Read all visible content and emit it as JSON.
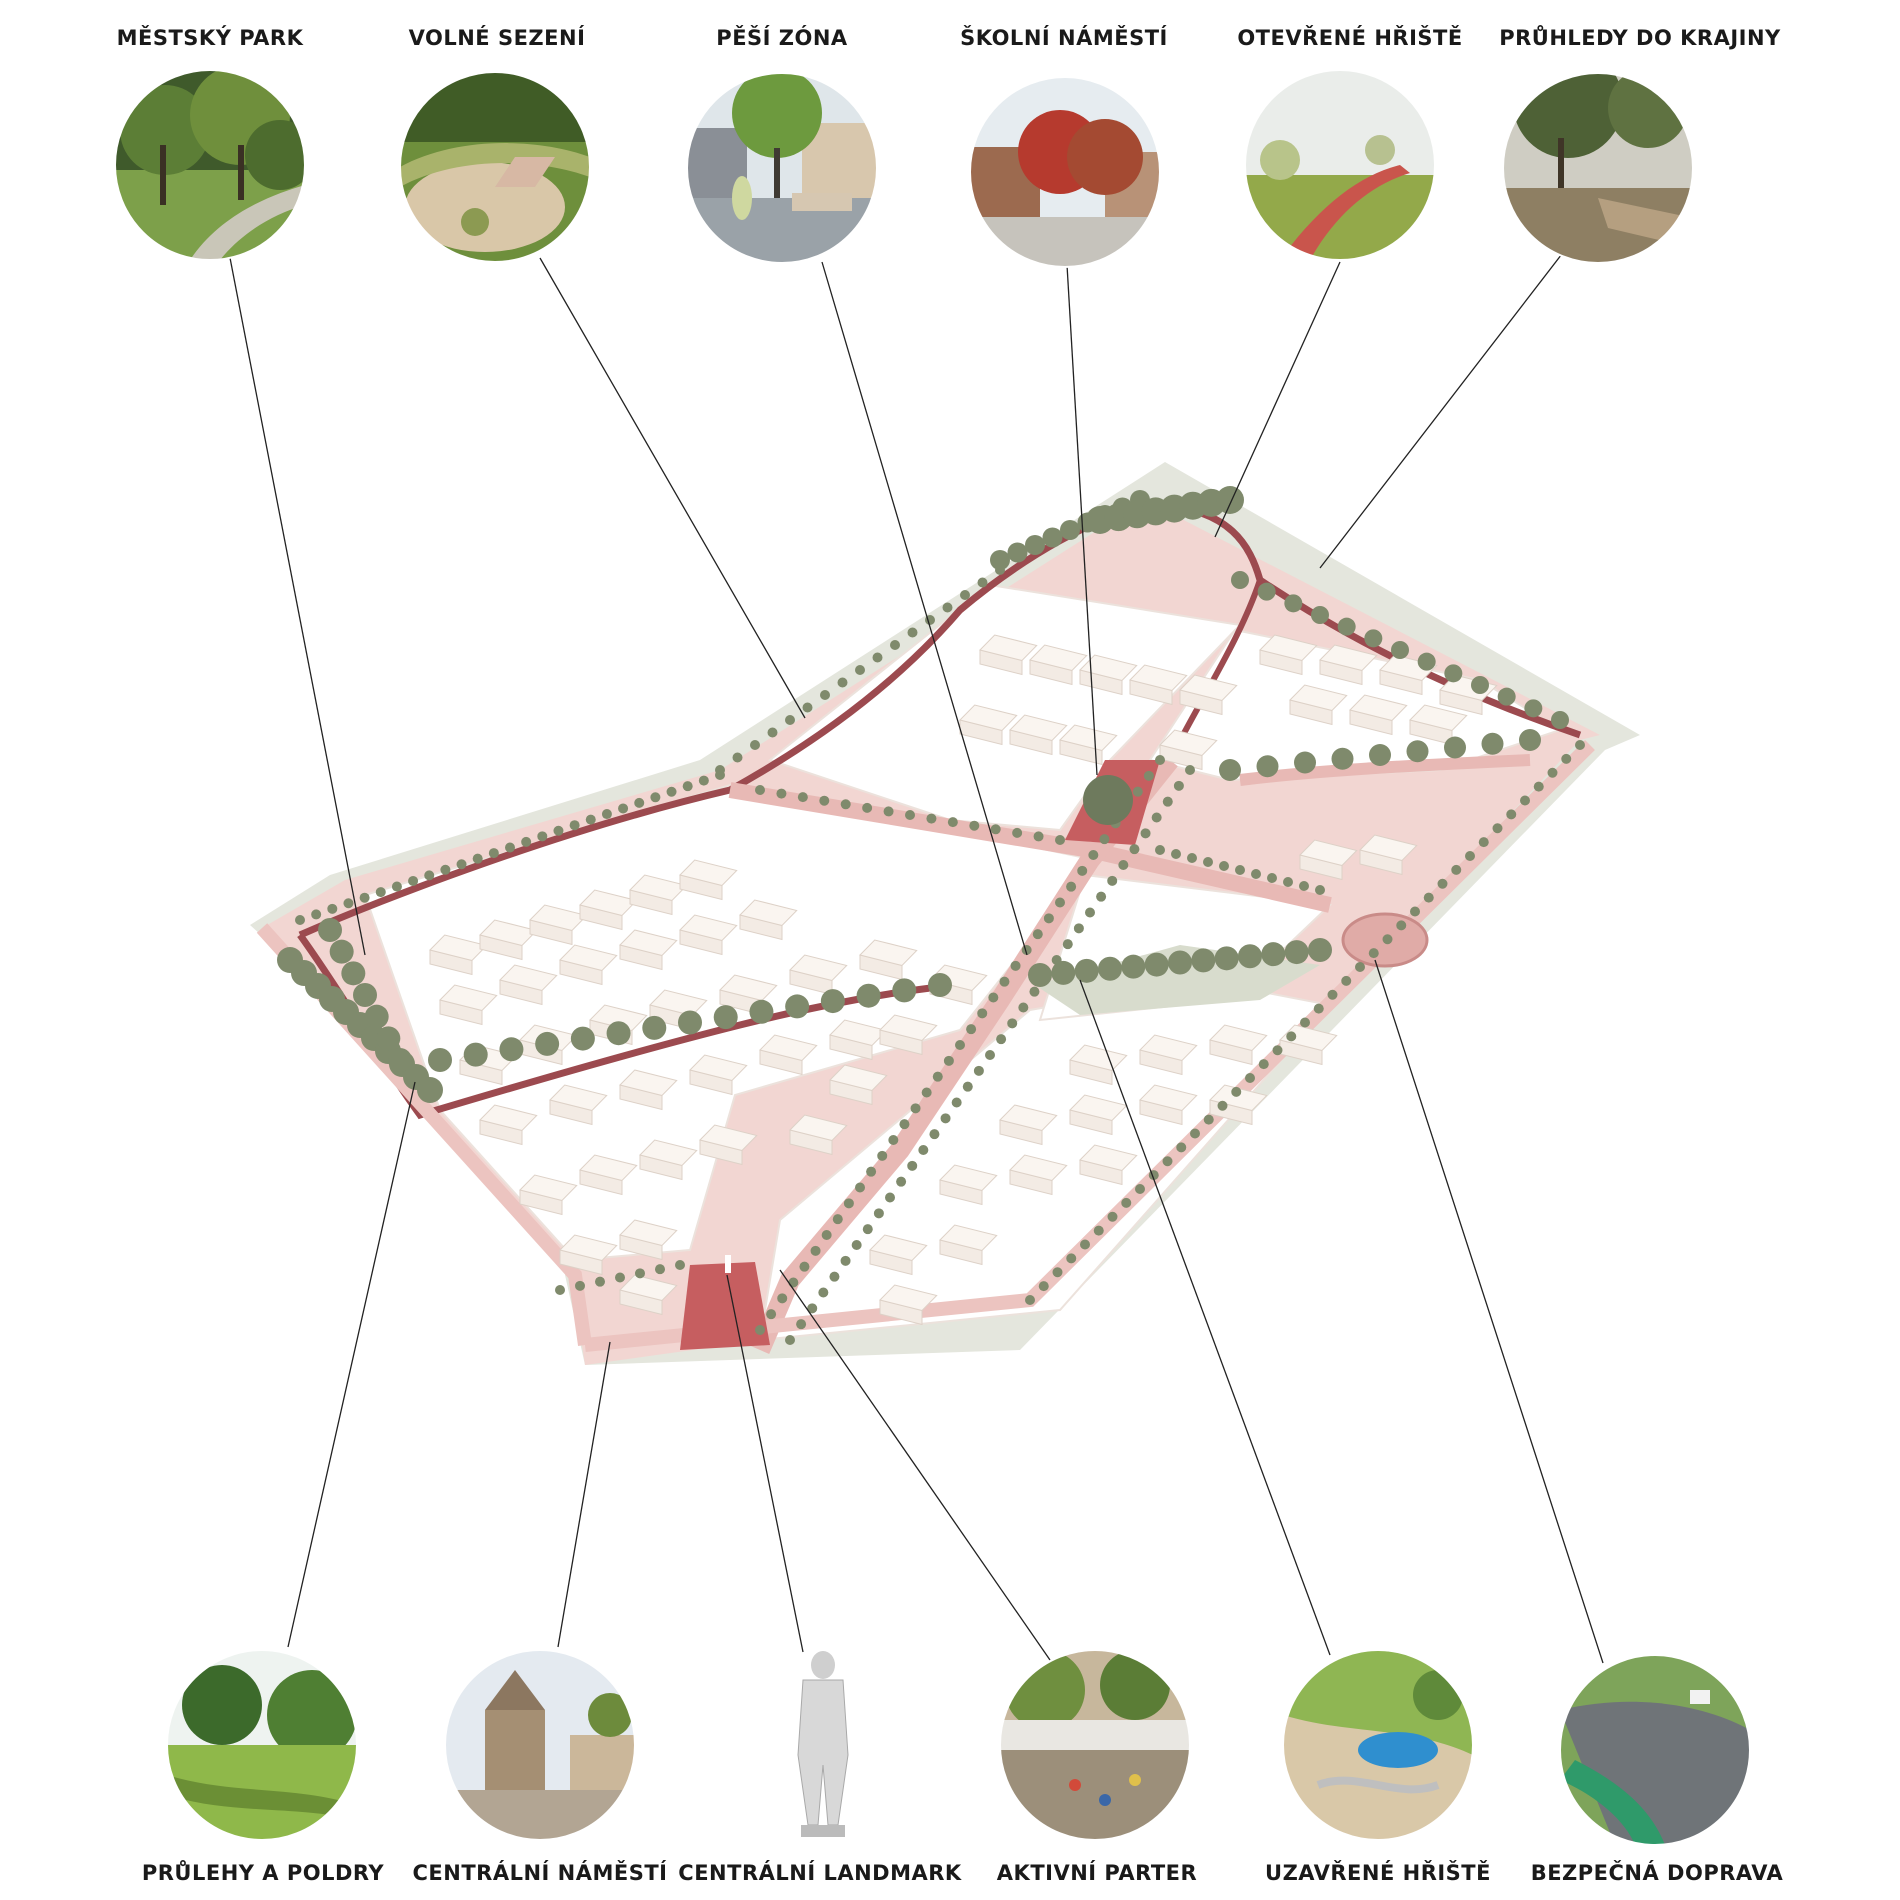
{
  "callouts_top": [
    {
      "label": "MĚSTSKÝ PARK",
      "icon": "park-photo"
    },
    {
      "label": "VOLNÉ SEZENÍ",
      "icon": "seating-photo"
    },
    {
      "label": "PĚŠÍ ZÓNA",
      "icon": "pedestrian-zone-photo"
    },
    {
      "label": "ŠKOLNÍ NÁMĚSTÍ",
      "icon": "school-square-photo"
    },
    {
      "label": "OTEVŘENÉ HŘIŠTĚ",
      "icon": "open-playground-photo"
    },
    {
      "label": "PRŮHLEDY DO KRAJINY",
      "icon": "landscape-views-photo"
    }
  ],
  "callouts_bottom": [
    {
      "label": "PRŮLEHY A POLDRY",
      "icon": "swales-photo"
    },
    {
      "label": "CENTRÁLNÍ NÁMĚSTÍ",
      "icon": "central-square-photo"
    },
    {
      "label": "CENTRÁLNÍ LANDMARK",
      "icon": "statue-photo"
    },
    {
      "label": "AKTIVNÍ PARTER",
      "icon": "market-photo"
    },
    {
      "label": "UZAVŘENÉ HŘIŠTĚ",
      "icon": "closed-playground-photo"
    },
    {
      "label": "BEZPEČNÁ DOPRAVA",
      "icon": "bike-lane-photo"
    }
  ],
  "colors": {
    "street": "#e8b9b5",
    "main_road": "#9c4a4f",
    "square": "#c65e60",
    "green": "#dde0d3",
    "tree": "#7f8a6c",
    "building": "#f3ebe4"
  }
}
